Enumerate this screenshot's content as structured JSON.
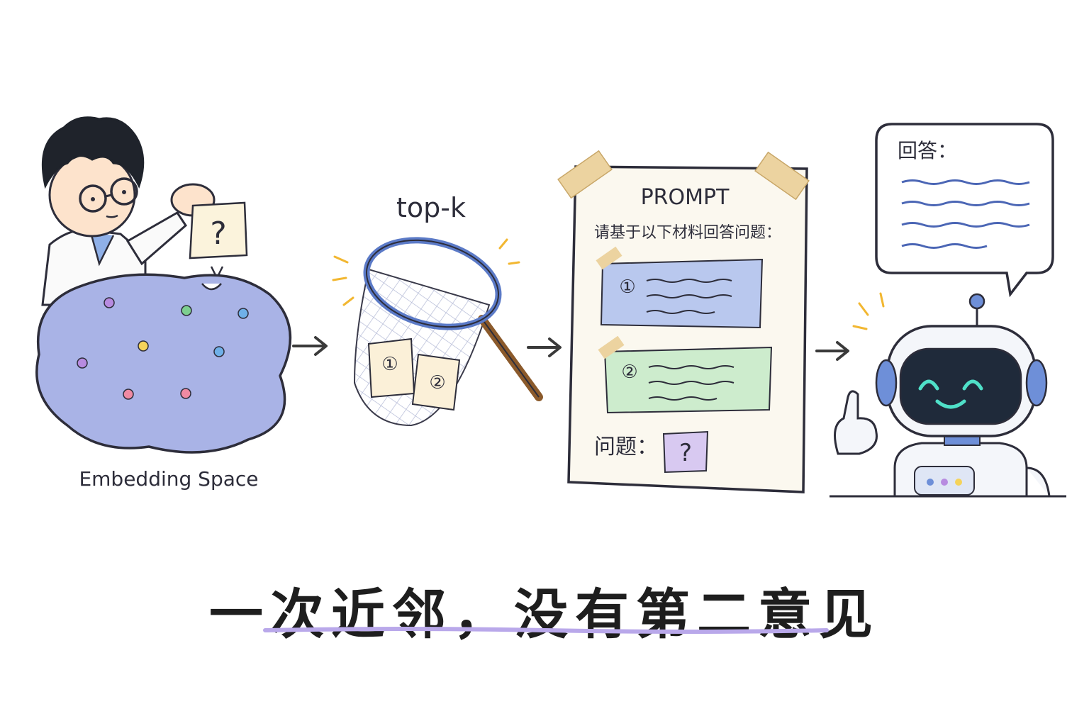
{
  "labels": {
    "embedding_space": "Embedding Space",
    "top_k": "top-k",
    "prompt_title": "PROMPT",
    "prompt_instruction": "请基于以下材料回答问题：",
    "doc_1_marker": "①",
    "doc_2_marker": "②",
    "question_label": "问题：",
    "question_mark": "?",
    "answer_label": "回答：",
    "query_mark": "?"
  },
  "caption": "一次近邻，没有第二意见",
  "colors": {
    "blob_fill": "#a9b3e6",
    "blob_stroke": "#2d2d3a",
    "doc1_fill": "#b9c8ee",
    "doc2_fill": "#cdeccd",
    "question_fill": "#d8c9f1",
    "tape": "#ecd3a0",
    "paper": "#fbf8ef",
    "answer_lines": "#4b66b5",
    "underline": "#b9a8ea",
    "robot_screen": "#1f2a3a",
    "robot_face": "#4fe0c8",
    "robot_accent": "#6e8fd8"
  },
  "icons": {
    "arrows": "arrow-right-icon",
    "net": "butterfly-net-icon",
    "robot": "robot-icon",
    "scientist": "scientist-icon"
  }
}
